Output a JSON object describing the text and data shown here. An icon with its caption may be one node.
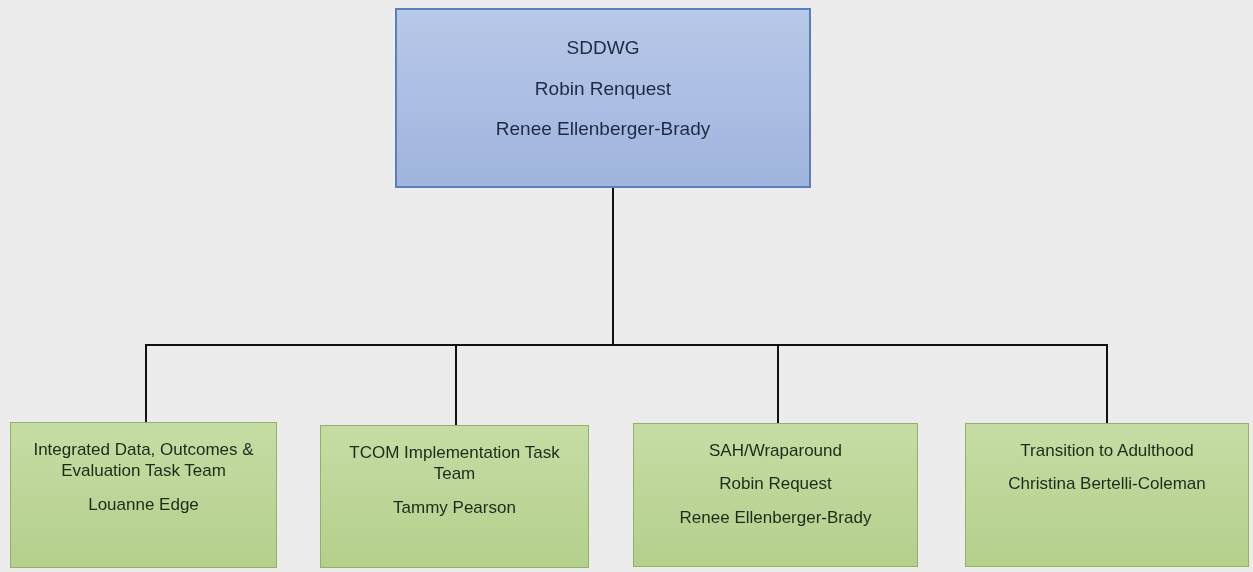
{
  "diagram": {
    "nodes": [
      {
        "text": [
          "SDDWG",
          "Robin Renquest",
          "Renee Ellenberger-Brady"
        ]
      },
      {
        "text": [
          "Integrated Data, Outcomes & Evaluation Task Team",
          "Louanne Edge"
        ]
      },
      {
        "text": [
          "TCOM Implementation Task Team",
          "Tammy Pearson"
        ]
      },
      {
        "text": [
          "SAH/Wraparound",
          "Robin Request",
          "Renee Ellenberger-Brady"
        ]
      },
      {
        "text": [
          "Transition to Adulthood",
          "Christina Bertelli-Coleman"
        ]
      }
    ],
    "edges": [
      {
        "from": 0,
        "to": 1,
        "arrow": "none"
      },
      {
        "from": 0,
        "to": 2,
        "arrow": "none"
      },
      {
        "from": 0,
        "to": 3,
        "arrow": "none"
      },
      {
        "from": 0,
        "to": 4,
        "arrow": "none"
      }
    ]
  }
}
